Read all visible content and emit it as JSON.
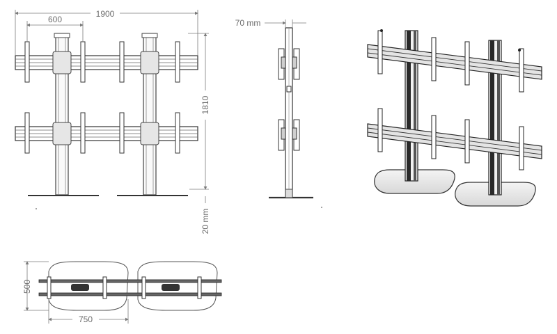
{
  "dimensions": {
    "total_width": "1900",
    "bracket_spacing": "600",
    "total_height": "1810",
    "profile_depth": "70 mm",
    "floor_clearance": "20 mm",
    "base_depth": "500",
    "base_width": "750"
  },
  "views": [
    "front-view",
    "side-view",
    "perspective-view",
    "top-view"
  ]
}
